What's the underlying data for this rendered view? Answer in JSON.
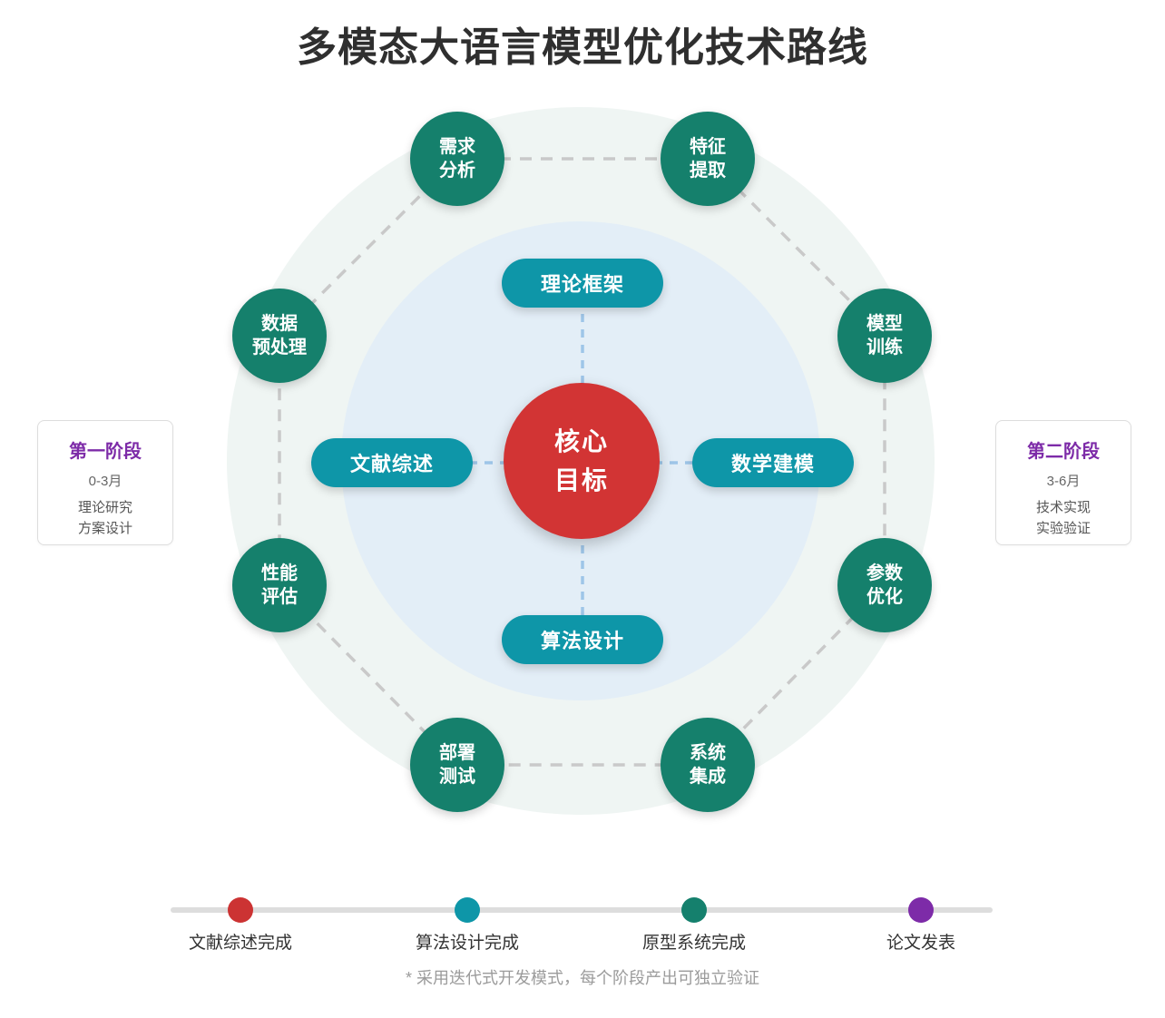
{
  "title": "多模态大语言模型优化技术路线",
  "center": {
    "line1": "核心",
    "line2": "目标",
    "color": "#d23434"
  },
  "inner_ring": [
    {
      "label": "理论框架",
      "position": "top"
    },
    {
      "label": "数学建模",
      "position": "right"
    },
    {
      "label": "算法设计",
      "position": "bottom"
    },
    {
      "label": "文献综述",
      "position": "left"
    }
  ],
  "outer_ring": [
    {
      "line1": "需求",
      "line2": "分析"
    },
    {
      "line1": "特征",
      "line2": "提取"
    },
    {
      "line1": "模型",
      "line2": "训练"
    },
    {
      "line1": "参数",
      "line2": "优化"
    },
    {
      "line1": "系统",
      "line2": "集成"
    },
    {
      "line1": "部署",
      "line2": "测试"
    },
    {
      "line1": "性能",
      "line2": "评估"
    },
    {
      "line1": "数据",
      "line2": "预处理"
    }
  ],
  "phases": [
    {
      "title": "第一阶段",
      "period": "0-3月",
      "desc_line1": "理论研究",
      "desc_line2": "方案设计"
    },
    {
      "title": "第二阶段",
      "period": "3-6月",
      "desc_line1": "技术实现",
      "desc_line2": "实验验证"
    }
  ],
  "timeline": {
    "milestones": [
      {
        "label": "文献综述完成",
        "color": "#cc3333"
      },
      {
        "label": "算法设计完成",
        "color": "#0e96a8"
      },
      {
        "label": "原型系统完成",
        "color": "#15806d"
      },
      {
        "label": "论文发表",
        "color": "#7d2ba8"
      }
    ]
  },
  "footnote": "* 采用迭代式开发模式，每个阶段产出可独立验证",
  "colors": {
    "outer_node_green": "#15806c",
    "inner_pill_teal": "#0e96a8",
    "core_red": "#d23434",
    "phase_purple": "#7d2ba8",
    "bg_outer_ring": "#eff5f3",
    "bg_inner_ring": "#e3eef7",
    "octagon_dash": "#c9c9c9",
    "cross_dash": "#9ec5e8",
    "timeline_bar": "#dddddd"
  }
}
